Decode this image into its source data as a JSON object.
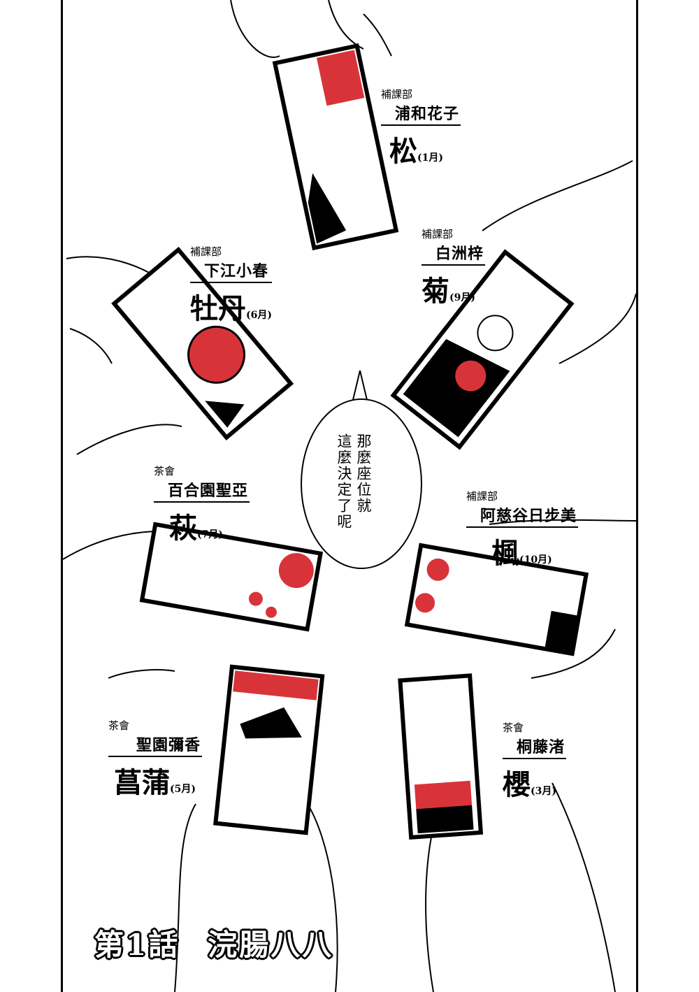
{
  "characters": [
    {
      "club": "補課部",
      "name": "浦和花子",
      "flower": "松",
      "month": "(1月)"
    },
    {
      "club": "補課部",
      "name": "白洲梓",
      "flower": "菊",
      "month": "(9月)"
    },
    {
      "club": "補課部",
      "name": "下江小春",
      "flower": "牡丹",
      "month": "(6月)"
    },
    {
      "club": "茶會",
      "name": "百合園聖亞",
      "flower": "萩",
      "month": "(7月)"
    },
    {
      "club": "補課部",
      "name": "阿慈谷日步美",
      "flower": "楓",
      "month": "(10月)"
    },
    {
      "club": "茶會",
      "name": "聖園彌香",
      "flower": "菖蒲",
      "month": "(5月)"
    },
    {
      "club": "茶會",
      "name": "桐藤渚",
      "flower": "櫻",
      "month": "(3月)"
    }
  ],
  "speech": {
    "line1": "那麼座位就",
    "line2": "這麼決定了呢"
  },
  "chapter": {
    "number": "第1話",
    "title": "浣腸八八"
  },
  "colors": {
    "ink": "#000000",
    "card_red": "#d9333a"
  }
}
